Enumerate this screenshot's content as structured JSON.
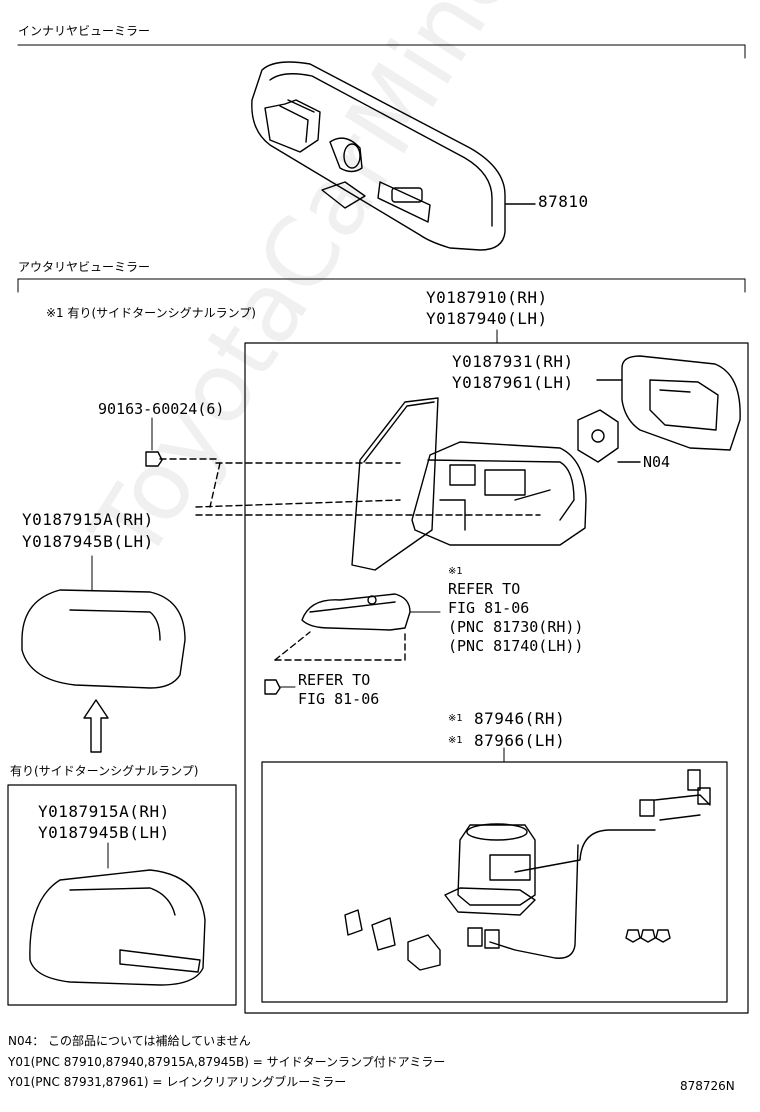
{
  "sections": {
    "inner_mirror": "インナリヤビューミラー",
    "outer_mirror": "アウタリヤビューミラー"
  },
  "note_signal": "※1 有り(サイドターンシグナルランプ)",
  "signal_label": "有り(サイドターンシグナルランプ)",
  "parts": {
    "p87810": "87810",
    "assy_rh": "Y0187910(RH)",
    "assy_lh": "Y0187940(LH)",
    "glass_rh": "Y0187931(RH)",
    "glass_lh": "Y0187961(LH)",
    "bolt": "90163-60024(6)",
    "cover_rh": "Y0187915A(RH)",
    "cover_lh": "Y0187945B(LH)",
    "cover2_rh": "Y0187915A(RH)",
    "cover2_lh": "Y0187945B(LH)",
    "n04": "N04",
    "ref1_mark": "※1",
    "ref1_line1": "REFER TO",
    "ref1_line2": "FIG 81-06",
    "ref1_line3": "(PNC 81730(RH))",
    "ref1_line4": "(PNC 81740(LH))",
    "ref2_line1": "REFER TO",
    "ref2_line2": "FIG 81-06",
    "motor_rh_mark": "※1",
    "motor_rh": "87946(RH)",
    "motor_lh_mark": "※1",
    "motor_lh": "87966(LH)"
  },
  "footer": {
    "note1": "N04： この部品については補給していません",
    "note2": "Y01(PNC 87910,87940,87915A,87945B) = サイドターンランプ付ドアミラー",
    "note3": "Y01(PNC 87931,87961) = レインクリアリングブルーミラー",
    "figure_id": "878726N"
  },
  "watermark": "ToyotaCarMine.ru"
}
